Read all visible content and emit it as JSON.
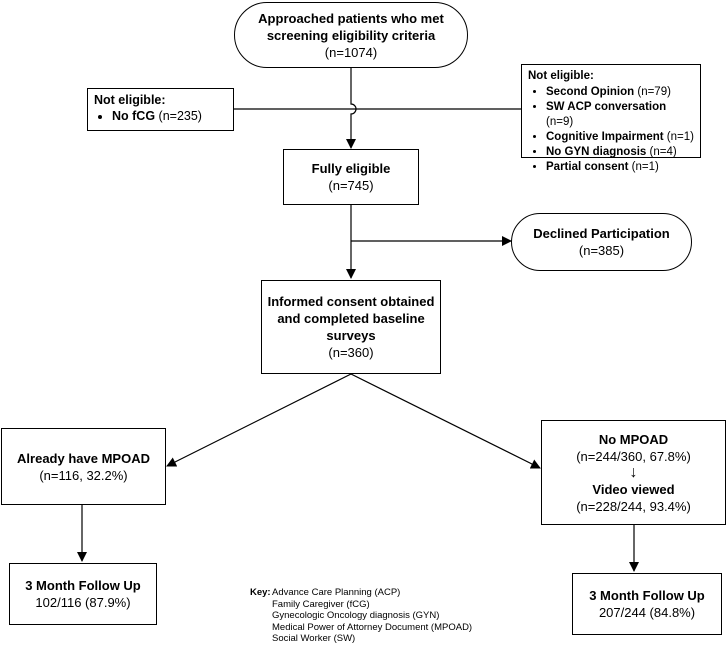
{
  "approached": {
    "line1": "Approached patients who met",
    "line2": "screening eligibility criteria",
    "count": "(n=1074)"
  },
  "not_eligible_left": {
    "title": "Not eligible:",
    "items": [
      {
        "bold": "No fCG",
        "normal": " (n=235)"
      }
    ]
  },
  "not_eligible_right": {
    "title": "Not eligible:",
    "items": [
      {
        "bold": "Second Opinion",
        "normal": " (n=79)"
      },
      {
        "bold": "SW ACP conversation",
        "normal": " (n=9)"
      },
      {
        "bold": "Cognitive Impairment",
        "normal": " (n=1)"
      },
      {
        "bold": "No GYN diagnosis",
        "normal": " (n=4)"
      },
      {
        "bold": "Partial consent",
        "normal": " (n=1)"
      }
    ]
  },
  "fully_eligible": {
    "title": "Fully eligible",
    "count": "(n=745)"
  },
  "declined": {
    "title": "Declined Participation",
    "count": "(n=385)"
  },
  "consent": {
    "line1": "Informed consent obtained",
    "line2": "and completed baseline",
    "line3": "surveys",
    "count": "(n=360)"
  },
  "already_mpoad": {
    "title": "Already have MPOAD",
    "count": "(n=116, 32.2%)"
  },
  "no_mpoad": {
    "title": "No MPOAD",
    "count": "(n=244/360, 67.8%)",
    "arrow": "↓",
    "video_title": "Video viewed",
    "video_count": "(n=228/244, 93.4%)"
  },
  "followup_left": {
    "title": "3 Month Follow Up",
    "count": "102/116 (87.9%)"
  },
  "followup_right": {
    "title": "3 Month Follow Up",
    "count": "207/244 (84.8%)"
  },
  "key": {
    "label": "Key:",
    "items": [
      "Advance Care Planning (ACP)",
      "Family Caregiver (fCG)",
      "Gynecologic Oncology diagnosis (GYN)",
      "Medical Power of Attorney Document (MPOAD)",
      "Social Worker (SW)"
    ]
  }
}
